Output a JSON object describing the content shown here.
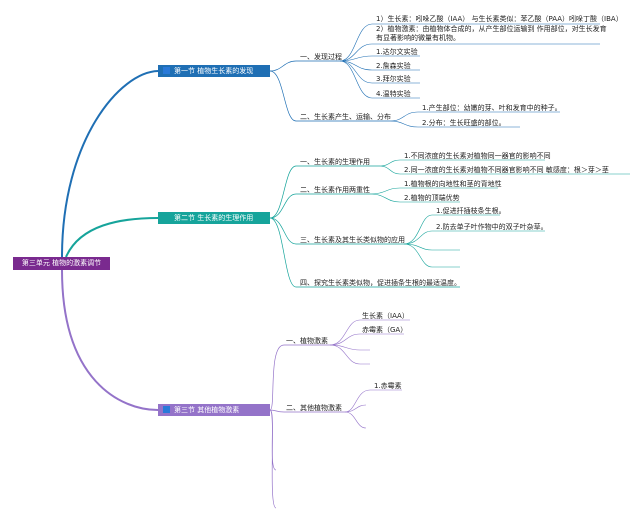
{
  "root": {
    "label": "第三单元 植物的激素调节"
  },
  "sections": [
    {
      "label": "第一节 植物生长素的发现"
    },
    {
      "label": "第二节 生长素的生理作用"
    },
    {
      "label": "第三节 其他植物激素"
    }
  ],
  "s1": {
    "b1": {
      "label": "一、发现过程",
      "items": [
        "1）生长素：吲哚乙酸（IAA） 与生长素类似：苯乙酸（PAA）吲哚丁酸（IBA）",
        "2）植物激素：由植物体合成的，从产生部位运输到 作用部位，对生长发育有显著影响的微量有机物。",
        "1.达尔文实验",
        "2.詹森实验",
        "3.拜尔实验",
        "4.温特实验"
      ]
    },
    "b2": {
      "label": "二、生长素产生、运输、分布",
      "items": [
        "1.产生部位：幼嫩的芽、叶和发育中的种子。",
        "2.分布：生长旺盛的部位。"
      ]
    }
  },
  "s2": {
    "b1": {
      "label": "一、生长素的生理作用",
      "items": [
        "1.不同浓度的生长素对植物同一器官的影响不同",
        "2.同一浓度的生长素对植物不同器官影响不同 敏感度：根＞芽＞茎"
      ]
    },
    "b2": {
      "label": "二、生长素作用两重性",
      "items": [
        "1.植物根的向地性和茎的背地性",
        "2.植物的顶端优势"
      ]
    },
    "b3": {
      "label": "三、生长素及其生长类似物的应用",
      "items": [
        "1.促进扦插枝条生根。",
        "2.防去单子叶作物中的双子叶杂草。"
      ]
    },
    "b4": {
      "label": "四、探究生长素类似物，促进插条生根的最适温度。"
    }
  },
  "s3": {
    "b1": {
      "label": "一、植物激素",
      "items": [
        "生长素（IAA）",
        "赤霉素（GA）"
      ]
    },
    "b2": {
      "label": "二、其他植物激素",
      "items": [
        "1.赤霉素"
      ]
    }
  },
  "colors": {
    "blue": "#1f6fb4",
    "teal": "#16a49b",
    "purple": "#9473c9",
    "root": "#7a2a8f"
  }
}
